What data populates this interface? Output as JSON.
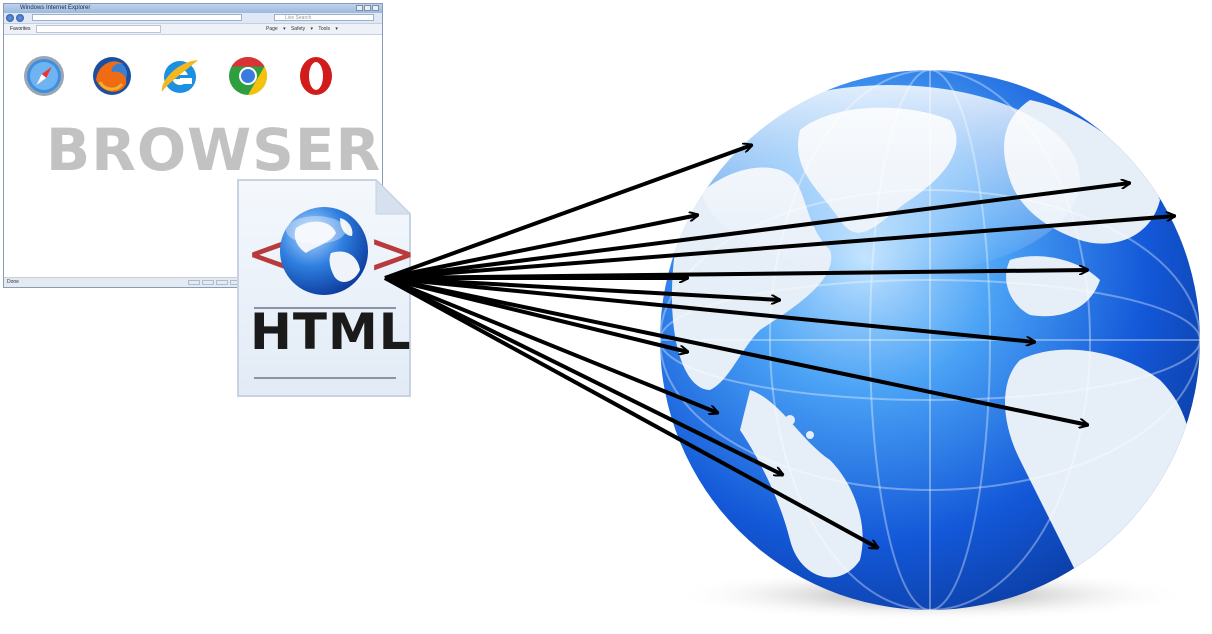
{
  "browser": {
    "window_title": "Windows Internet Explorer",
    "search_placeholder": "Live Search",
    "favorites_label": "Favorites",
    "toolbar_commands": "Page ▾  Safety ▾  Tools ▾",
    "status_text": "Done",
    "heading": "BROWSER",
    "icons": [
      "safari-icon",
      "firefox-icon",
      "internet-explorer-icon",
      "chrome-icon",
      "opera-icon"
    ]
  },
  "document": {
    "label": "HTML",
    "left_bracket": "<",
    "right_bracket": ">"
  },
  "colors": {
    "arrow": "#000000",
    "globe_blue": "#1f6fe0",
    "bracket_red": "#b83a3a",
    "heading_gray": "#c2c2c2"
  }
}
